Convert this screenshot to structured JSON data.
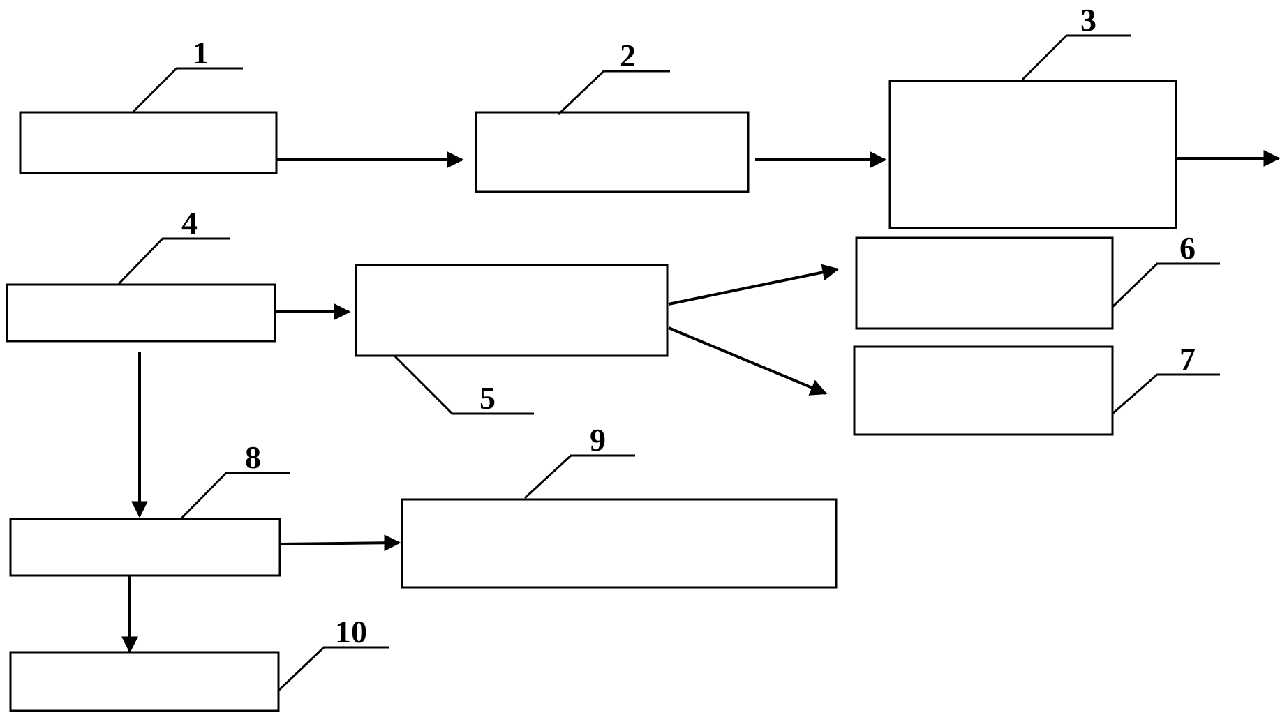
{
  "labels": {
    "l1": "1",
    "l2": "2",
    "l3": "3",
    "l4": "4",
    "l5": "5",
    "l6": "6",
    "l7": "7",
    "l8": "8",
    "l9": "9",
    "l10": "10"
  },
  "colors": {
    "stroke": "#000000",
    "background": "#ffffff"
  }
}
